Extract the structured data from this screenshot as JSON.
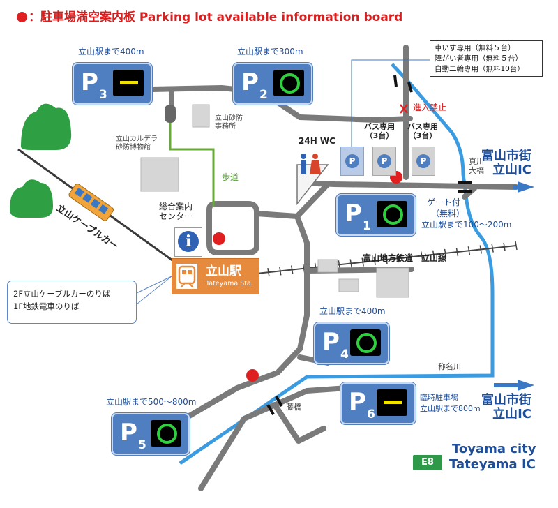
{
  "title": {
    "text": "：駐車場満空案内板 Parking lot available information board"
  },
  "legend": {
    "lines": [
      "車いす専用（無料５台）",
      "障がい者専用（無料５台）",
      "自動二輪専用（無料10台）"
    ]
  },
  "lots": [
    {
      "id": "P3",
      "letter": "P",
      "num": "3",
      "status": "bar",
      "dist": "立山駅まで400m"
    },
    {
      "id": "P2",
      "letter": "P",
      "num": "2",
      "status": "ring",
      "dist": "立山駅まで300m"
    },
    {
      "id": "P1",
      "letter": "P",
      "num": "1",
      "status": "ring",
      "dist": "ゲート付",
      "dist2": "（無料）",
      "dist3": "立山駅まで100～200m"
    },
    {
      "id": "P4",
      "letter": "P",
      "num": "4",
      "status": "ring",
      "dist": "立山駅まで400m"
    },
    {
      "id": "P5",
      "letter": "P",
      "num": "5",
      "status": "ring",
      "dist": "立山駅まで500～800m"
    },
    {
      "id": "P6",
      "letter": "P",
      "num": "6",
      "status": "bar",
      "dist": "臨時駐車場",
      "dist2": "立山駅まで800m"
    }
  ],
  "labels": {
    "sabo": "立山砂防\n事務所",
    "caldera": "立山カルデラ\n砂防博物館",
    "hodo": "歩道",
    "wc": "24H WC",
    "bus1": "バス専用\n（3台）",
    "bus2": "バス専用\n（3台）",
    "noentry": "進入禁止",
    "sogo": "総合案内\nセンター",
    "cable": "立山ケーブルカー",
    "station_jp": "立山駅",
    "station_en": "Tateyama Sta.",
    "railway": "富山地方鉄道　立山線",
    "makawa": "真川\n大橋",
    "shomyo": "称名川",
    "fujibashi": "藤橋",
    "bubble1": "2F立山ケーブルカーのりば",
    "bubble2": "1F地鉄電車のりば",
    "route1": "富山市街\n立山IC",
    "route2": "富山市街\n立山IC",
    "toyama": "Toyama city",
    "tateyamaic": "Tateyama IC",
    "e8": "E8",
    "info": "i",
    "p": "P"
  },
  "colors": {
    "road": "#7a7a7a",
    "river": "#3a9be0",
    "sidewalk": "#6aa83b",
    "lot": "#4f7fc0",
    "green_signal": "#2fcf3f",
    "yellow_signal": "#f2e200",
    "marker": "#e02020",
    "station": "#e68a3e"
  }
}
